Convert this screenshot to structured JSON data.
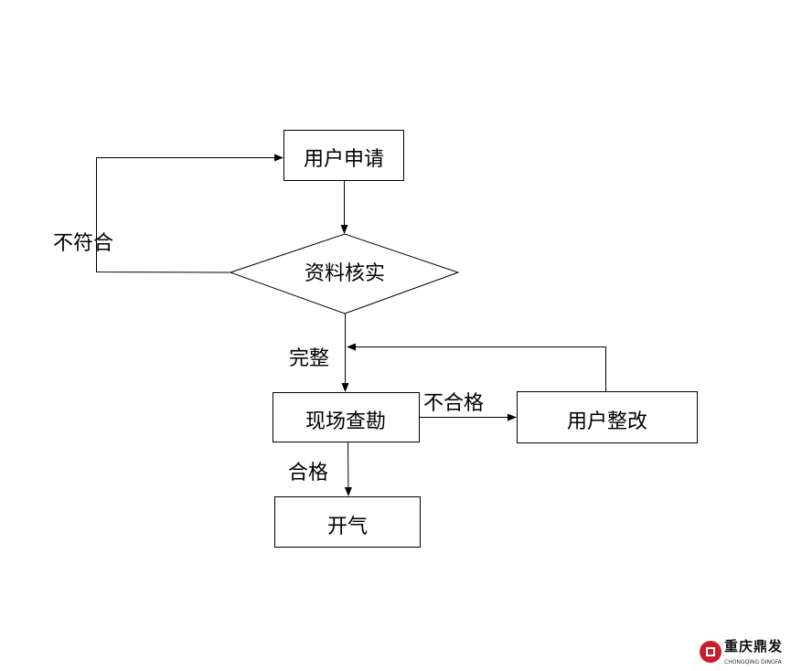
{
  "nodes": {
    "apply": "用户申请",
    "verify": "资料核实",
    "survey": "现场查勘",
    "rectify": "用户整改",
    "open": "开气"
  },
  "edges": {
    "not_conform": "不符合",
    "complete": "完整",
    "unqualified": "不合格",
    "qualified": "合格"
  },
  "logo": {
    "cn": "重庆鼎发",
    "en": "CHONGQING DINGFA",
    "color": "#c8202a"
  }
}
